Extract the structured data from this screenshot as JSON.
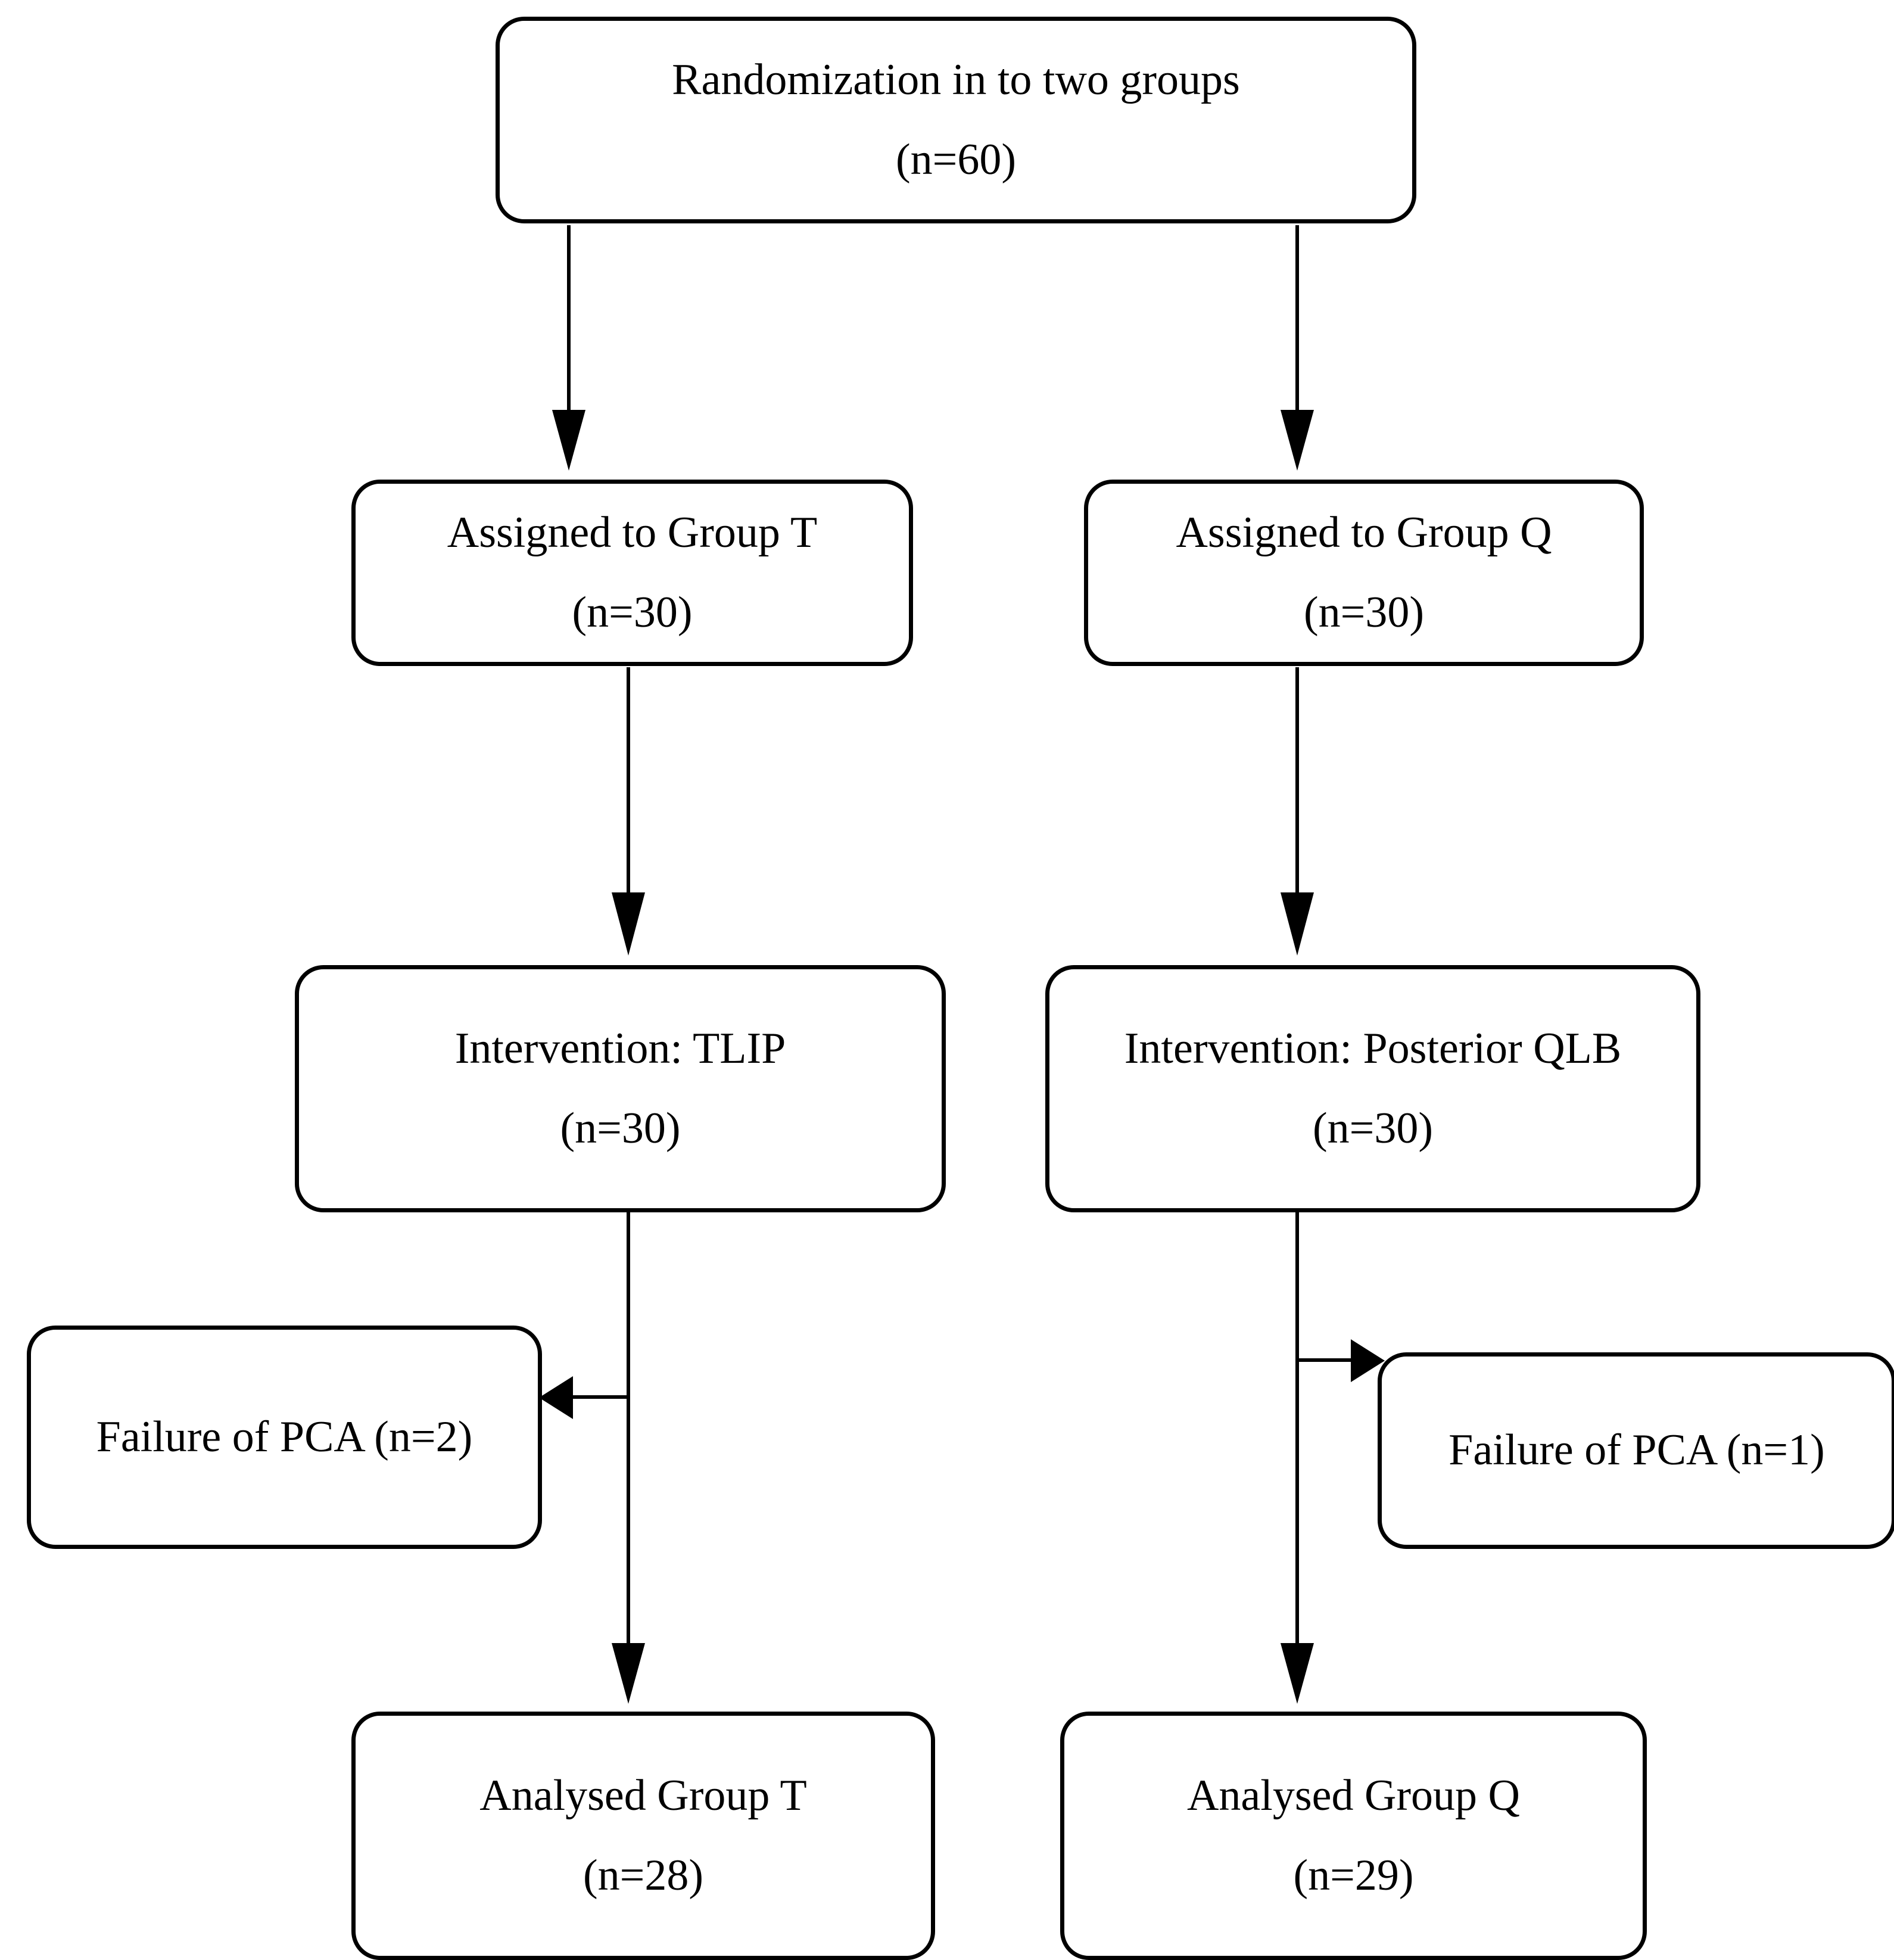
{
  "diagram": {
    "type": "flowchart",
    "title": "CONSORT participant flow diagram",
    "orientation": "top-down",
    "stroke_color": "#000000",
    "background_color": "#ffffff"
  },
  "nodes": {
    "randomization": {
      "line1": "Randomization in to two groups",
      "line2": "(n=60)",
      "n": 60
    },
    "assigned_t": {
      "line1": "Assigned to Group T",
      "line2": "(n=30)",
      "n": 30
    },
    "assigned_q": {
      "line1": "Assigned to Group Q",
      "line2": "(n=30)",
      "n": 30
    },
    "intervention_t": {
      "line1": "Intervention: TLIP",
      "line2": "(n=30)",
      "n": 30
    },
    "intervention_q": {
      "line1": "Intervention: Posterior QLB",
      "line2": "(n=30)",
      "n": 30
    },
    "failure_t": {
      "line1": "Failure of PCA (n=2)",
      "n": 2
    },
    "failure_q": {
      "line1": "Failure of PCA (n=1)",
      "n": 1
    },
    "analysed_t": {
      "line1": "Analysed Group T",
      "line2": "(n=28)",
      "n": 28
    },
    "analysed_q": {
      "line1": "Analysed Group Q",
      "line2": "(n=29)",
      "n": 29
    }
  },
  "edges": [
    {
      "from": "randomization",
      "to": "assigned_t",
      "direction": "down"
    },
    {
      "from": "randomization",
      "to": "assigned_q",
      "direction": "down"
    },
    {
      "from": "assigned_t",
      "to": "intervention_t",
      "direction": "down"
    },
    {
      "from": "assigned_q",
      "to": "intervention_q",
      "direction": "down"
    },
    {
      "from": "intervention_t",
      "to": "failure_t",
      "direction": "left"
    },
    {
      "from": "intervention_q",
      "to": "failure_q",
      "direction": "right"
    },
    {
      "from": "intervention_t",
      "to": "analysed_t",
      "direction": "down"
    },
    {
      "from": "intervention_q",
      "to": "analysed_q",
      "direction": "down"
    }
  ]
}
